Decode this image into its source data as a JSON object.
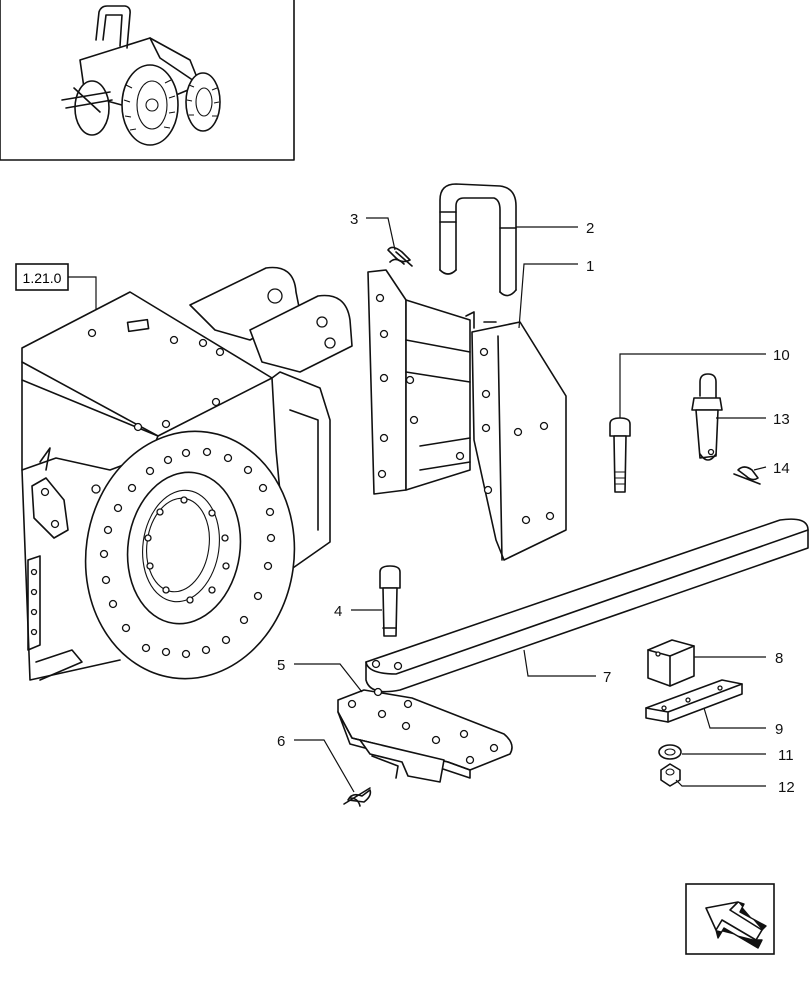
{
  "reference_box": {
    "label": "1.21.0"
  },
  "callouts": [
    {
      "number": "1",
      "part": "support bracket"
    },
    {
      "number": "2",
      "part": "U-clip"
    },
    {
      "number": "3",
      "part": "snap pin"
    },
    {
      "number": "4",
      "part": "pin"
    },
    {
      "number": "5",
      "part": "drawbar jaw"
    },
    {
      "number": "6",
      "part": "snap pin"
    },
    {
      "number": "7",
      "part": "drawbar"
    },
    {
      "number": "8",
      "part": "block"
    },
    {
      "number": "9",
      "part": "plate"
    },
    {
      "number": "10",
      "part": "bolt"
    },
    {
      "number": "11",
      "part": "washer"
    },
    {
      "number": "12",
      "part": "nut"
    },
    {
      "number": "13",
      "part": "pin"
    },
    {
      "number": "14",
      "part": "snap pin"
    }
  ],
  "nav": {
    "icon": "back-arrow-icon"
  }
}
